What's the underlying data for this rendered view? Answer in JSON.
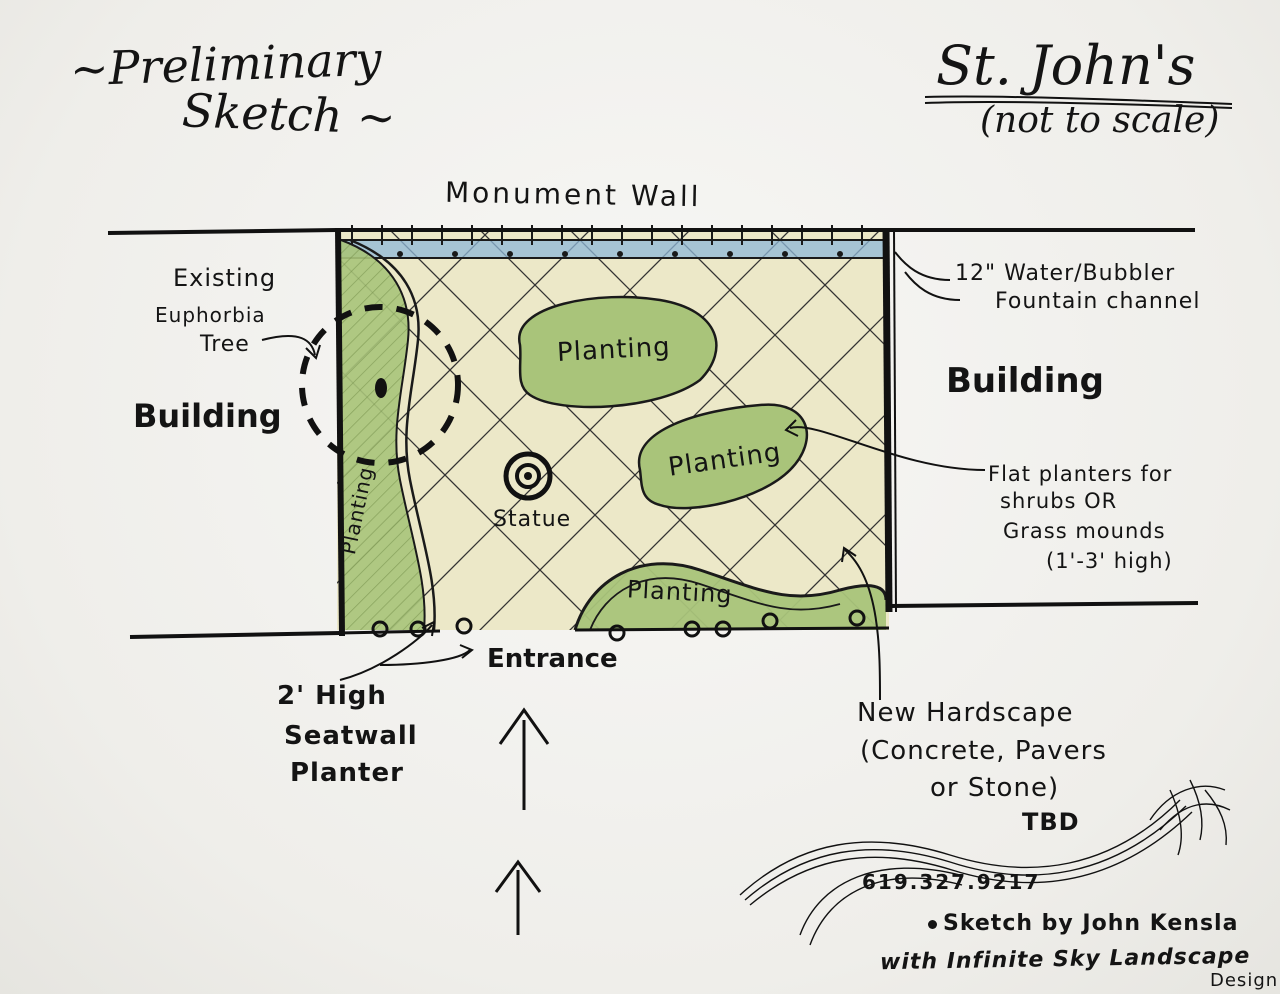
{
  "sketch": {
    "title_line1": "~Preliminary",
    "title_line2": "Sketch ~",
    "site_name": "St. John's",
    "scale_note": "(not to scale)"
  },
  "labels": {
    "monument_wall": "Monument Wall",
    "fountain_line1": "12\" Water/Bubbler",
    "fountain_line2": "Fountain channel",
    "building_left": "Building",
    "building_right": "Building",
    "tree_line1": "Existing",
    "tree_line2": "Euphorbia",
    "tree_line3": "Tree",
    "planting_1": "Planting",
    "planting_2": "Planting",
    "planting_3": "Planting",
    "planting_4": "Planting",
    "statue": "Statue",
    "flat_line1": "Flat planters for",
    "flat_line2": "shrubs OR",
    "flat_line3": "Grass mounds",
    "flat_line4": "(1'-3' high)",
    "entrance": "Entrance",
    "seatwall_line1": "2' High",
    "seatwall_line2": "Seatwall",
    "seatwall_line3": "Planter",
    "hardscape_line1": "New Hardscape",
    "hardscape_line2": "(Concrete, Pavers",
    "hardscape_line3": "or Stone)",
    "hardscape_line4": "TBD"
  },
  "credits": {
    "phone": "619.327.9217",
    "line1": "Sketch by John Kensla",
    "line2": "with Infinite Sky Landscape",
    "line3": "Design"
  },
  "colors": {
    "ink": "#161616",
    "planting_green": "#a9c47a",
    "planting_green_light": "#c7d9a0",
    "paving_cream": "#ece8c8",
    "water_blue": "#8fb8d8"
  }
}
